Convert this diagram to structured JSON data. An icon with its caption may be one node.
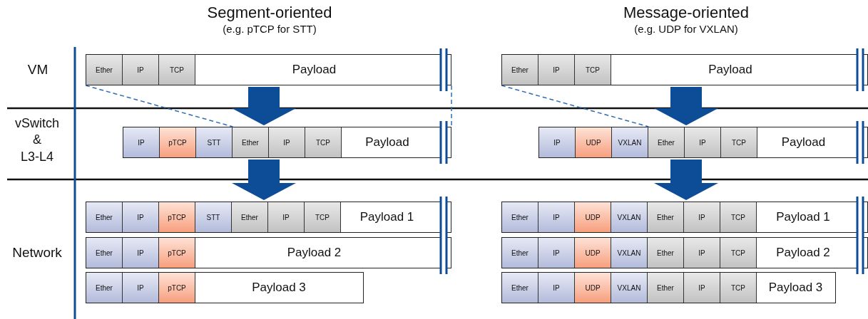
{
  "diagram": {
    "nodes": [
      {
        "text": [],
        "shape": "bar"
      },
      {
        "text": [
          "Ether"
        ],
        "in": 0
      },
      {
        "text": [
          "IP"
        ],
        "in": 0
      },
      {
        "text": [
          "TCP"
        ],
        "in": 0
      },
      {
        "text": [
          "Payload"
        ],
        "in": 0
      },
      {
        "text": [],
        "shape": "bar"
      },
      {
        "text": [
          "IP"
        ],
        "in": 5
      },
      {
        "text": [
          "pTCP"
        ],
        "in": 5
      },
      {
        "text": [
          "STT"
        ],
        "in": 5
      },
      {
        "text": [
          "Ether"
        ],
        "in": 5
      },
      {
        "text": [
          "IP"
        ],
        "in": 5
      },
      {
        "text": [
          "TCP"
        ],
        "in": 5
      },
      {
        "text": [
          "Payload"
        ],
        "in": 5
      },
      {
        "text": [],
        "shape": "bar"
      },
      {
        "text": [
          "Ether"
        ],
        "in": 13
      },
      {
        "text": [
          "IP"
        ],
        "in": 13
      },
      {
        "text": [
          "pTCP"
        ],
        "in": 13
      },
      {
        "text": [
          "STT"
        ],
        "in": 13
      },
      {
        "text": [
          "Ether"
        ],
        "in": 13
      },
      {
        "text": [
          "IP"
        ],
        "in": 13
      },
      {
        "text": [
          "TCP"
        ],
        "in": 13
      },
      {
        "text": [
          "Payload 1"
        ],
        "in": 13
      },
      {
        "text": [],
        "shape": "bar"
      },
      {
        "text": [
          "Ether"
        ],
        "in": 22
      },
      {
        "text": [
          "IP"
        ],
        "in": 22
      },
      {
        "text": [
          "pTCP"
        ],
        "in": 22
      },
      {
        "text": [
          "Payload 2"
        ],
        "in": 22
      },
      {
        "text": [],
        "shape": "bar"
      },
      {
        "text": [
          "Ether"
        ],
        "in": 27
      },
      {
        "text": [
          "IP"
        ],
        "in": 27
      },
      {
        "text": [
          "pTCP"
        ],
        "in": 27
      },
      {
        "text": [
          "Payload 3"
        ],
        "in": 27
      },
      {
        "text": [],
        "shape": "bar"
      },
      {
        "text": [
          "Ether"
        ],
        "in": 32
      },
      {
        "text": [
          "IP"
        ],
        "in": 32
      },
      {
        "text": [
          "TCP"
        ],
        "in": 32
      },
      {
        "text": [
          "Payload"
        ],
        "in": 32
      },
      {
        "text": [],
        "shape": "bar"
      },
      {
        "text": [
          "IP"
        ],
        "in": 37
      },
      {
        "text": [
          "UDP"
        ],
        "in": 37
      },
      {
        "text": [
          "VXLAN"
        ],
        "in": 37
      },
      {
        "text": [
          "Ether"
        ],
        "in": 37
      },
      {
        "text": [
          "IP"
        ],
        "in": 37
      },
      {
        "text": [
          "TCP"
        ],
        "in": 37
      },
      {
        "text": [
          "Payload"
        ],
        "in": 37
      },
      {
        "text": [],
        "shape": "bar"
      },
      {
        "text": [
          "Ether"
        ],
        "in": 45
      },
      {
        "text": [
          "IP"
        ],
        "in": 45
      },
      {
        "text": [
          "UDP"
        ],
        "in": 45
      },
      {
        "text": [
          "VXLAN"
        ],
        "in": 45
      },
      {
        "text": [
          "Ether"
        ],
        "in": 45
      },
      {
        "text": [
          "IP"
        ],
        "in": 45
      },
      {
        "text": [
          "TCP"
        ],
        "in": 45
      },
      {
        "text": [
          "Payload 1"
        ],
        "in": 45
      },
      {
        "text": [],
        "shape": "bar"
      },
      {
        "text": [
          "Ether"
        ],
        "in": 54
      },
      {
        "text": [
          "IP"
        ],
        "in": 54
      },
      {
        "text": [
          "UDP"
        ],
        "in": 54
      },
      {
        "text": [
          "VXLAN"
        ],
        "in": 54
      },
      {
        "text": [
          "Ether"
        ],
        "in": 54
      },
      {
        "text": [
          "IP"
        ],
        "in": 54
      },
      {
        "text": [
          "TCP"
        ],
        "in": 54
      },
      {
        "text": [
          "Payload 2"
        ],
        "in": 54
      },
      {
        "text": [],
        "shape": "bar"
      },
      {
        "text": [
          "Ether"
        ],
        "in": 63
      },
      {
        "text": [
          "IP"
        ],
        "in": 63
      },
      {
        "text": [
          "UDP"
        ],
        "in": 63
      },
      {
        "text": [
          "VXLAN"
        ],
        "in": 63
      },
      {
        "text": [
          "Ether"
        ],
        "in": 63
      },
      {
        "text": [
          "IP"
        ],
        "in": 63
      },
      {
        "text": [
          "TCP"
        ],
        "in": 63
      },
      {
        "text": [
          "Payload 3"
        ],
        "in": 63
      }
    ],
    "edges": [
      {
        "from": 0,
        "to": 5,
        "arrow": "to",
        "style": "thick"
      },
      {
        "from": 5,
        "to": 13,
        "arrow": "to",
        "style": "thick"
      },
      {
        "from": 32,
        "to": 37,
        "arrow": "to",
        "style": "thick"
      },
      {
        "from": 37,
        "to": 45,
        "arrow": "to",
        "style": "thick"
      },
      {
        "from": 0,
        "to": 9,
        "arrow": "none",
        "style": "dashed"
      },
      {
        "from": 0,
        "to": 5,
        "arrow": "none",
        "style": "dashed"
      },
      {
        "from": 32,
        "to": 41,
        "arrow": "none",
        "style": "dashed"
      }
    ],
    "labels": [
      "Segment-oriented",
      "(e.g. pTCP for STT)",
      "Message-oriented",
      "(e.g. UDP for VXLAN)",
      "VM",
      "vSwitch & L3-L4",
      "Network"
    ]
  }
}
